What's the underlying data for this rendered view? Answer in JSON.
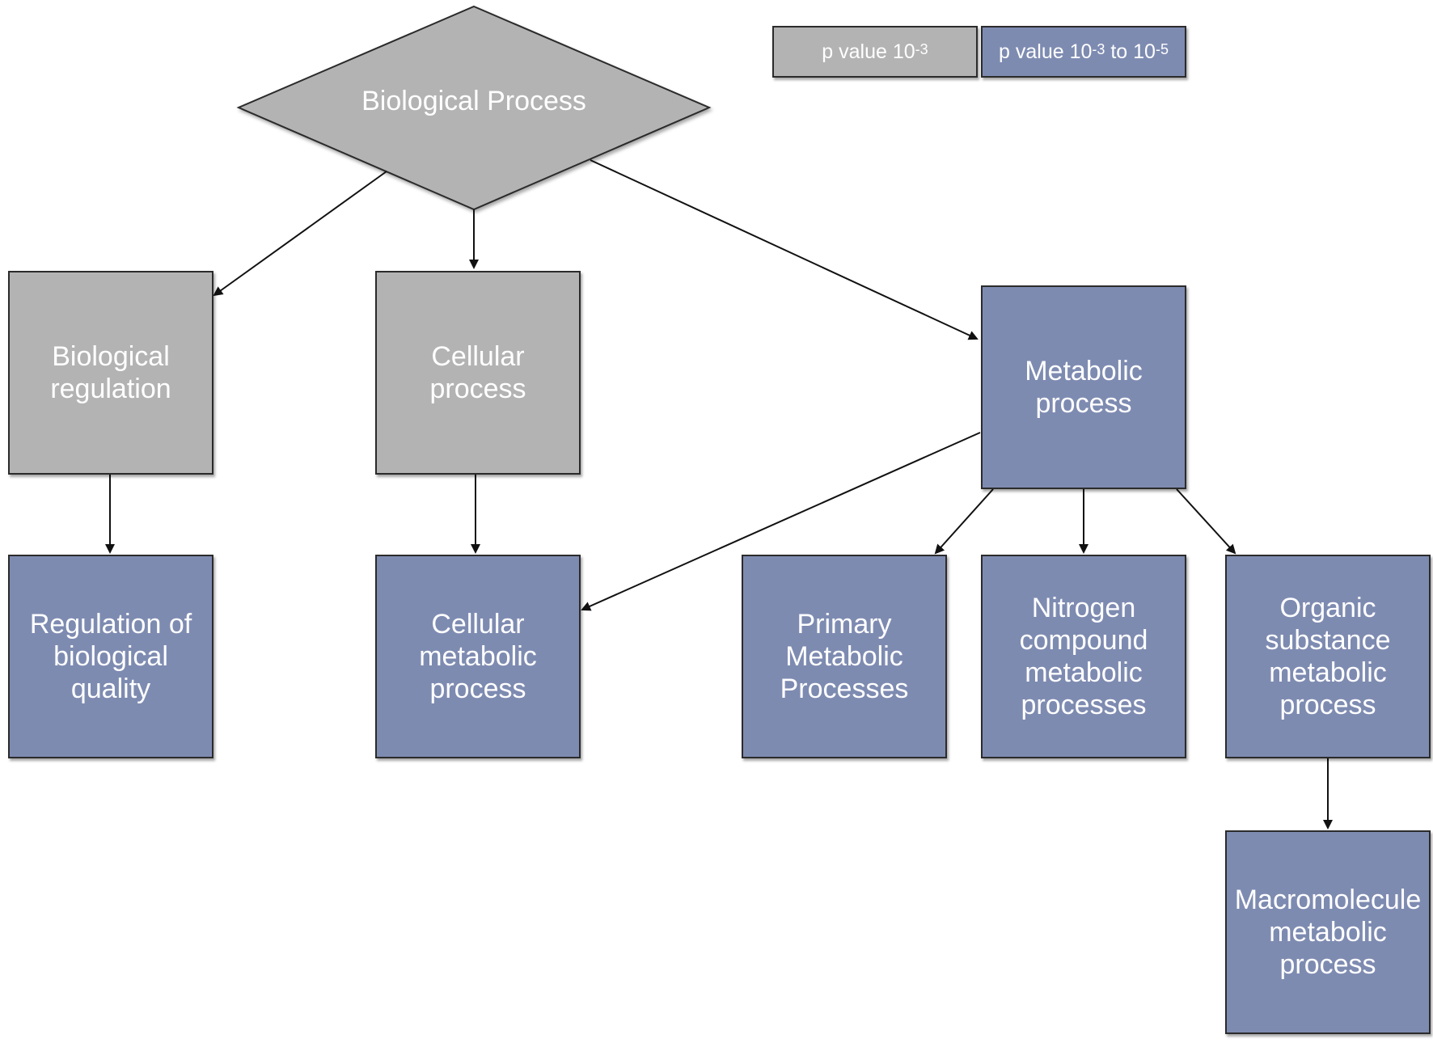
{
  "legend": {
    "gray": {
      "base": "p value 10",
      "exp": "-3",
      "color": "#b3b3b3"
    },
    "blue": {
      "base": "p value 10",
      "exp": "-3",
      "mid": " to 10",
      "exp2": "-5",
      "color": "#7e8bb1"
    }
  },
  "nodes": {
    "root": "Biological Process",
    "bio_regulation": "Biological\nregulation",
    "cellular_process": "Cellular\nprocess",
    "metabolic_process": "Metabolic\nprocess",
    "regulation_quality": "Regulation of\nbiological\nquality",
    "cellular_metabolic": "Cellular\nmetabolic\nprocess",
    "primary_metabolic": "Primary\nMetabolic\nProcesses",
    "nitrogen_compound": "Nitrogen\ncompound\nmetabolic\nprocesses",
    "organic_substance": "Organic\nsubstance\nmetabolic\nprocess",
    "macromolecule": "Macromolecule\nmetabolic\nprocess"
  }
}
